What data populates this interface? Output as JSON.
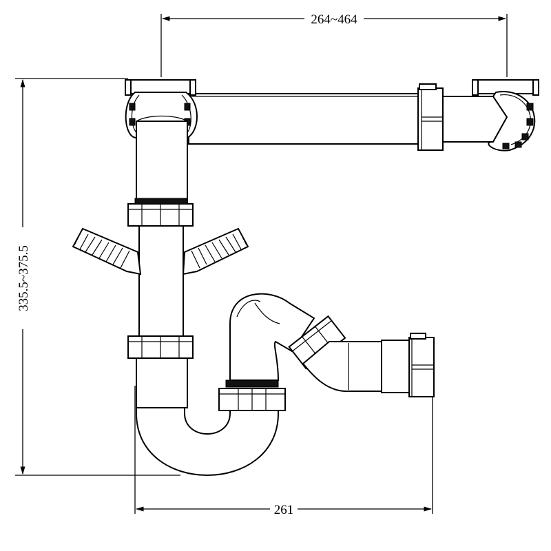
{
  "dimensions": {
    "top_width": "264~464",
    "left_height": "335.5~375.5",
    "bottom_width": "261"
  },
  "colors": {
    "line": "#000000",
    "background": "#ffffff"
  }
}
